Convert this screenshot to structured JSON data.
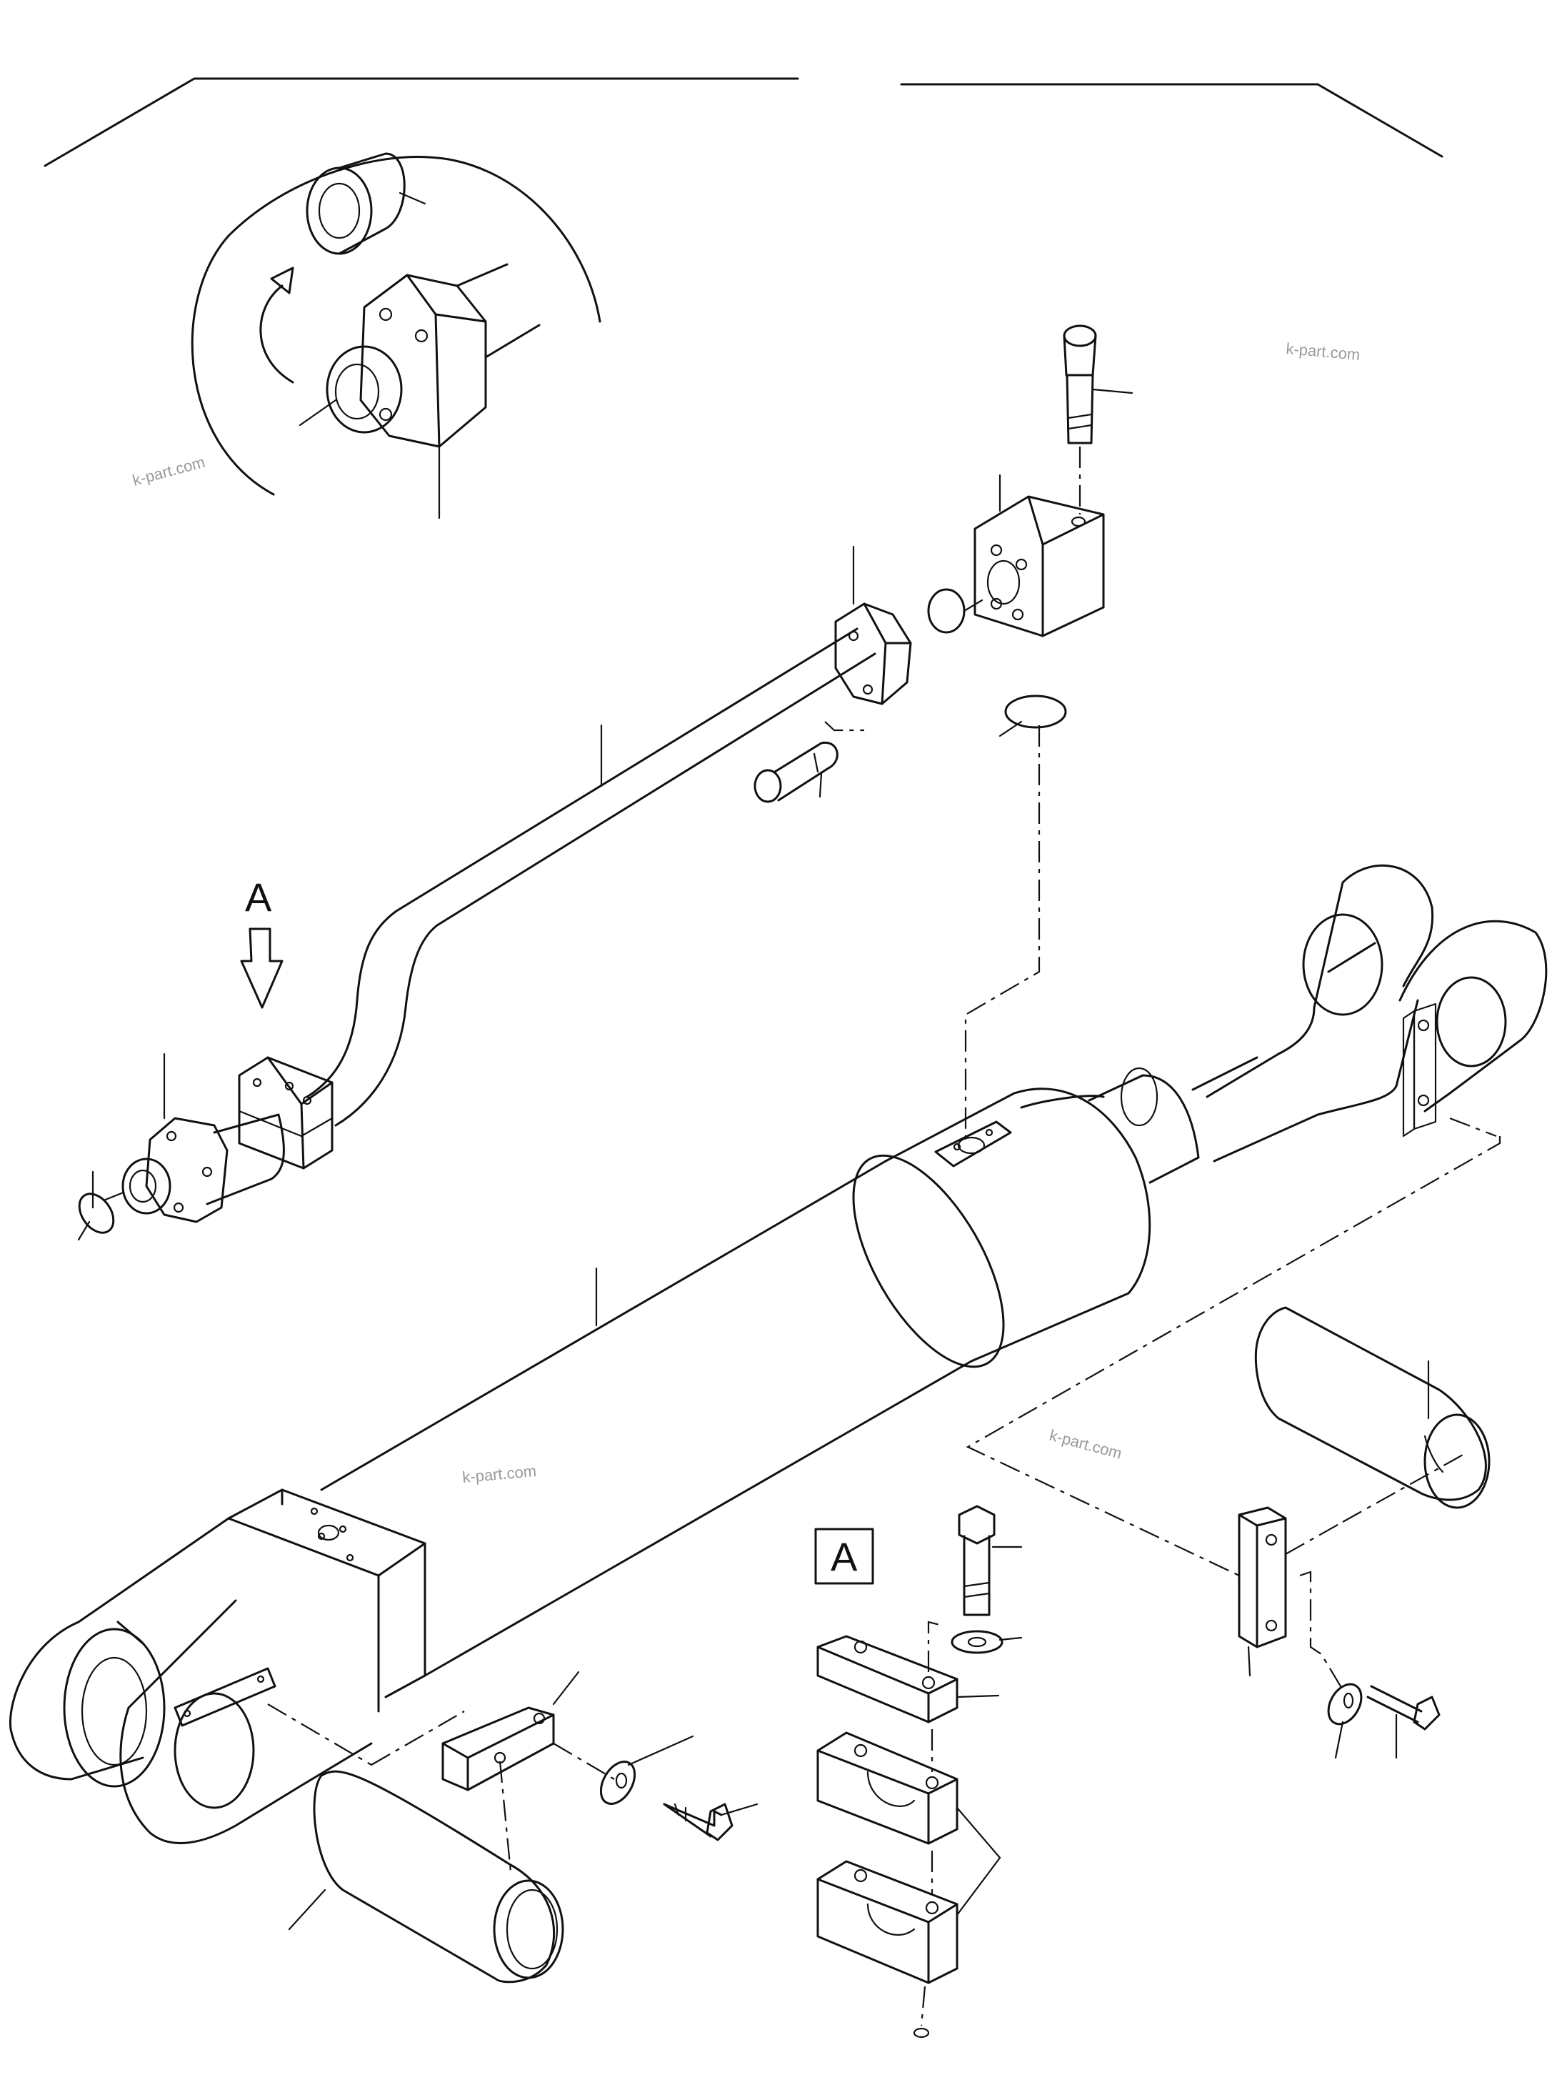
{
  "callouts": {
    "view_label": "A",
    "detail_box_label": "A"
  },
  "watermarks": [
    "k-part.com",
    "k-part.com",
    "k-part.com",
    "k-part.com"
  ]
}
